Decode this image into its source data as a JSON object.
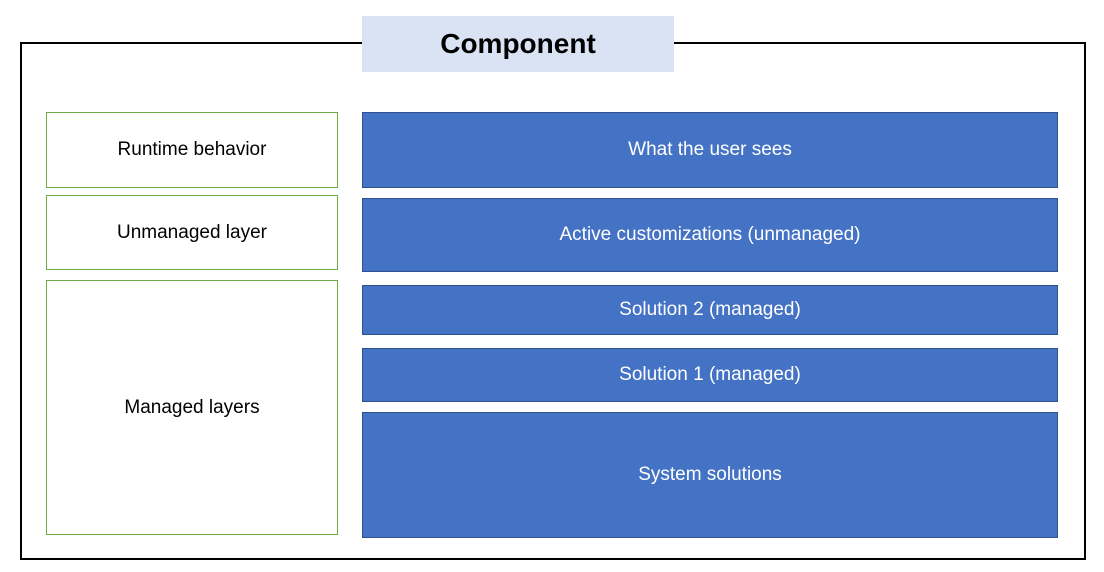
{
  "title": "Component",
  "colors": {
    "blue_fill": "#4472C4",
    "blue_border": "#2F528F",
    "green_border": "#70AD47",
    "title_fill": "#DAE3F3",
    "frame_border": "#000000",
    "blue_text": "#ffffff",
    "text": "#000000"
  },
  "left_column": {
    "items": [
      {
        "label": "Runtime behavior"
      },
      {
        "label": "Unmanaged layer"
      },
      {
        "label": "Managed layers"
      }
    ]
  },
  "right_column": {
    "items": [
      {
        "label": "What the user sees"
      },
      {
        "label": "Active customizations (unmanaged)"
      },
      {
        "label": "Solution 2 (managed)"
      },
      {
        "label": "Solution 1 (managed)"
      },
      {
        "label": "System solutions"
      }
    ]
  }
}
